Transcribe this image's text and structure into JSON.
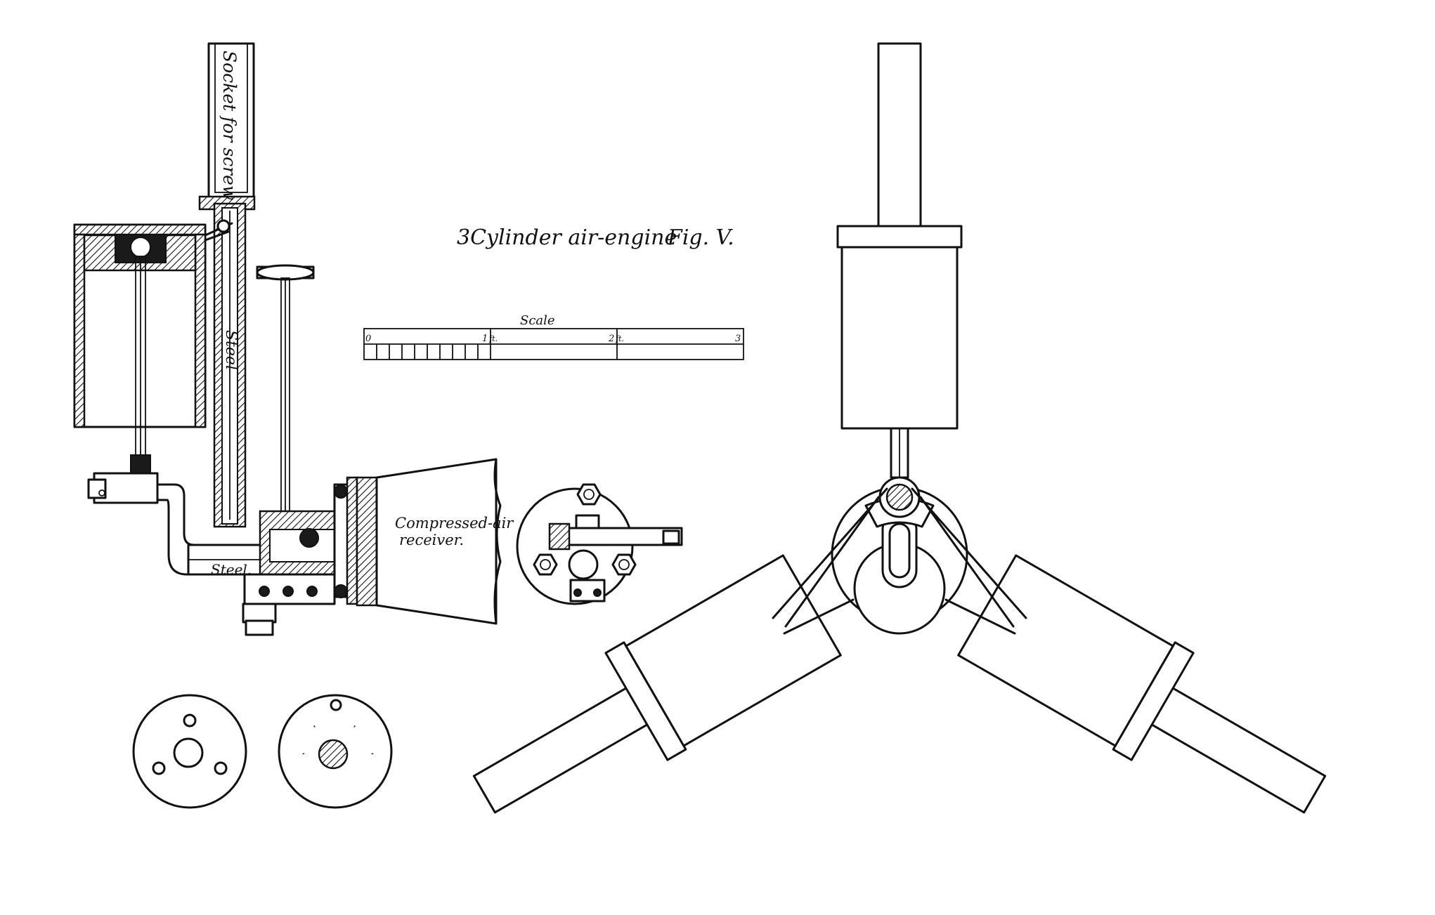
{
  "figure": {
    "title": "3Cylinder air-engine",
    "fig_label": "Fig. V.",
    "socket_label": "Socket for screw blade",
    "steel_label_vertical": "Steel",
    "steel_label_horizontal": "Steel.",
    "receiver_label_line1": "Compressed-air",
    "receiver_label_line2": "receiver."
  },
  "scale_bar": {
    "title": "Scale",
    "ticks": [
      "0",
      "1",
      "2",
      "3"
    ],
    "unit_marks": [
      "ft.",
      "ft."
    ]
  }
}
